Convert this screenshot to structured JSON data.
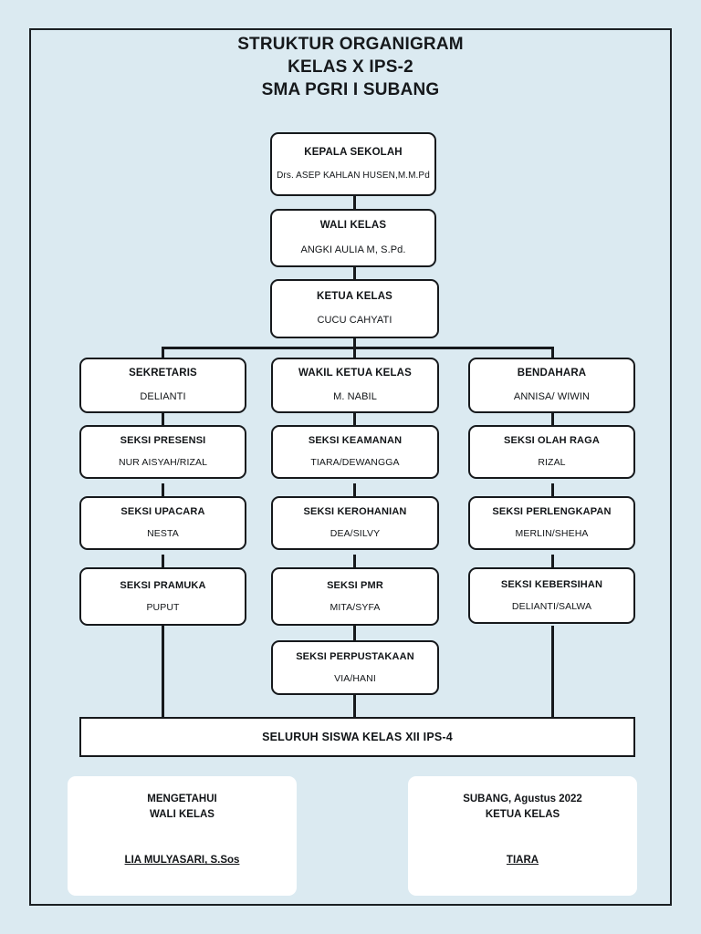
{
  "page": {
    "background_color": "#dbeaf1",
    "border_color": "#16191c",
    "box_fill": "#ffffff"
  },
  "title": {
    "line1": "STRUKTUR ORGANIGRAM",
    "line2": "KELAS X IPS-2",
    "line3": "SMA PGRI I SUBANG"
  },
  "chart_data": {
    "type": "diagram",
    "title": "STRUKTUR ORGANIGRAM KELAS X IPS-2 SMA PGRI I SUBANG"
  },
  "nodes": {
    "kepala_sekolah": {
      "role": "KEPALA SEKOLAH",
      "person": "Drs. ASEP KAHLAN HUSEN,M.M.Pd"
    },
    "wali_kelas": {
      "role": "WALI KELAS",
      "person": "ANGKI AULIA M, S.Pd."
    },
    "ketua_kelas": {
      "role": "KETUA KELAS",
      "person": "CUCU CAHYATI"
    },
    "sekretaris": {
      "role": "SEKRETARIS",
      "person": "DELIANTI"
    },
    "wakil_ketua_kelas": {
      "role": "WAKIL KETUA KELAS",
      "person": "M. NABIL"
    },
    "bendahara": {
      "role": "BENDAHARA",
      "person": "ANNISA/ WIWIN"
    },
    "seksi_presensi": {
      "role": "SEKSI PRESENSI",
      "person": "NUR AISYAH/RIZAL"
    },
    "seksi_keamanan": {
      "role": "SEKSI KEAMANAN",
      "person": "TIARA/DEWANGGA"
    },
    "seksi_olah_raga": {
      "role": "SEKSI OLAH RAGA",
      "person": "RIZAL"
    },
    "seksi_upacara": {
      "role": "SEKSI UPACARA",
      "person": "NESTA"
    },
    "seksi_kerohanian": {
      "role": "SEKSI KEROHANIAN",
      "person": "DEA/SILVY"
    },
    "seksi_perlengkapan": {
      "role": "SEKSI PERLENGKAPAN",
      "person": "MERLIN/SHEHA"
    },
    "seksi_pramuka": {
      "role": "SEKSI PRAMUKA",
      "person": "PUPUT"
    },
    "seksi_pmr": {
      "role": "SEKSI PMR",
      "person": "MITA/SYFA"
    },
    "seksi_kebersihan": {
      "role": "SEKSI KEBERSIHAN",
      "person": "DELIANTI/SALWA"
    },
    "seksi_perpustakaan": {
      "role": "SEKSI PERPUSTAKAAN",
      "person": "VIA/HANI"
    },
    "all_students": {
      "role": "SELURUH SISWA KELAS XII IPS-4"
    }
  },
  "signatures": {
    "left": {
      "line1": "MENGETAHUI",
      "line2": "WALI KELAS",
      "name": "LIA MULYASARI, S.Sos"
    },
    "right": {
      "line1": "SUBANG, Agustus 2022",
      "line2": "KETUA KELAS",
      "name": "TIARA"
    }
  }
}
